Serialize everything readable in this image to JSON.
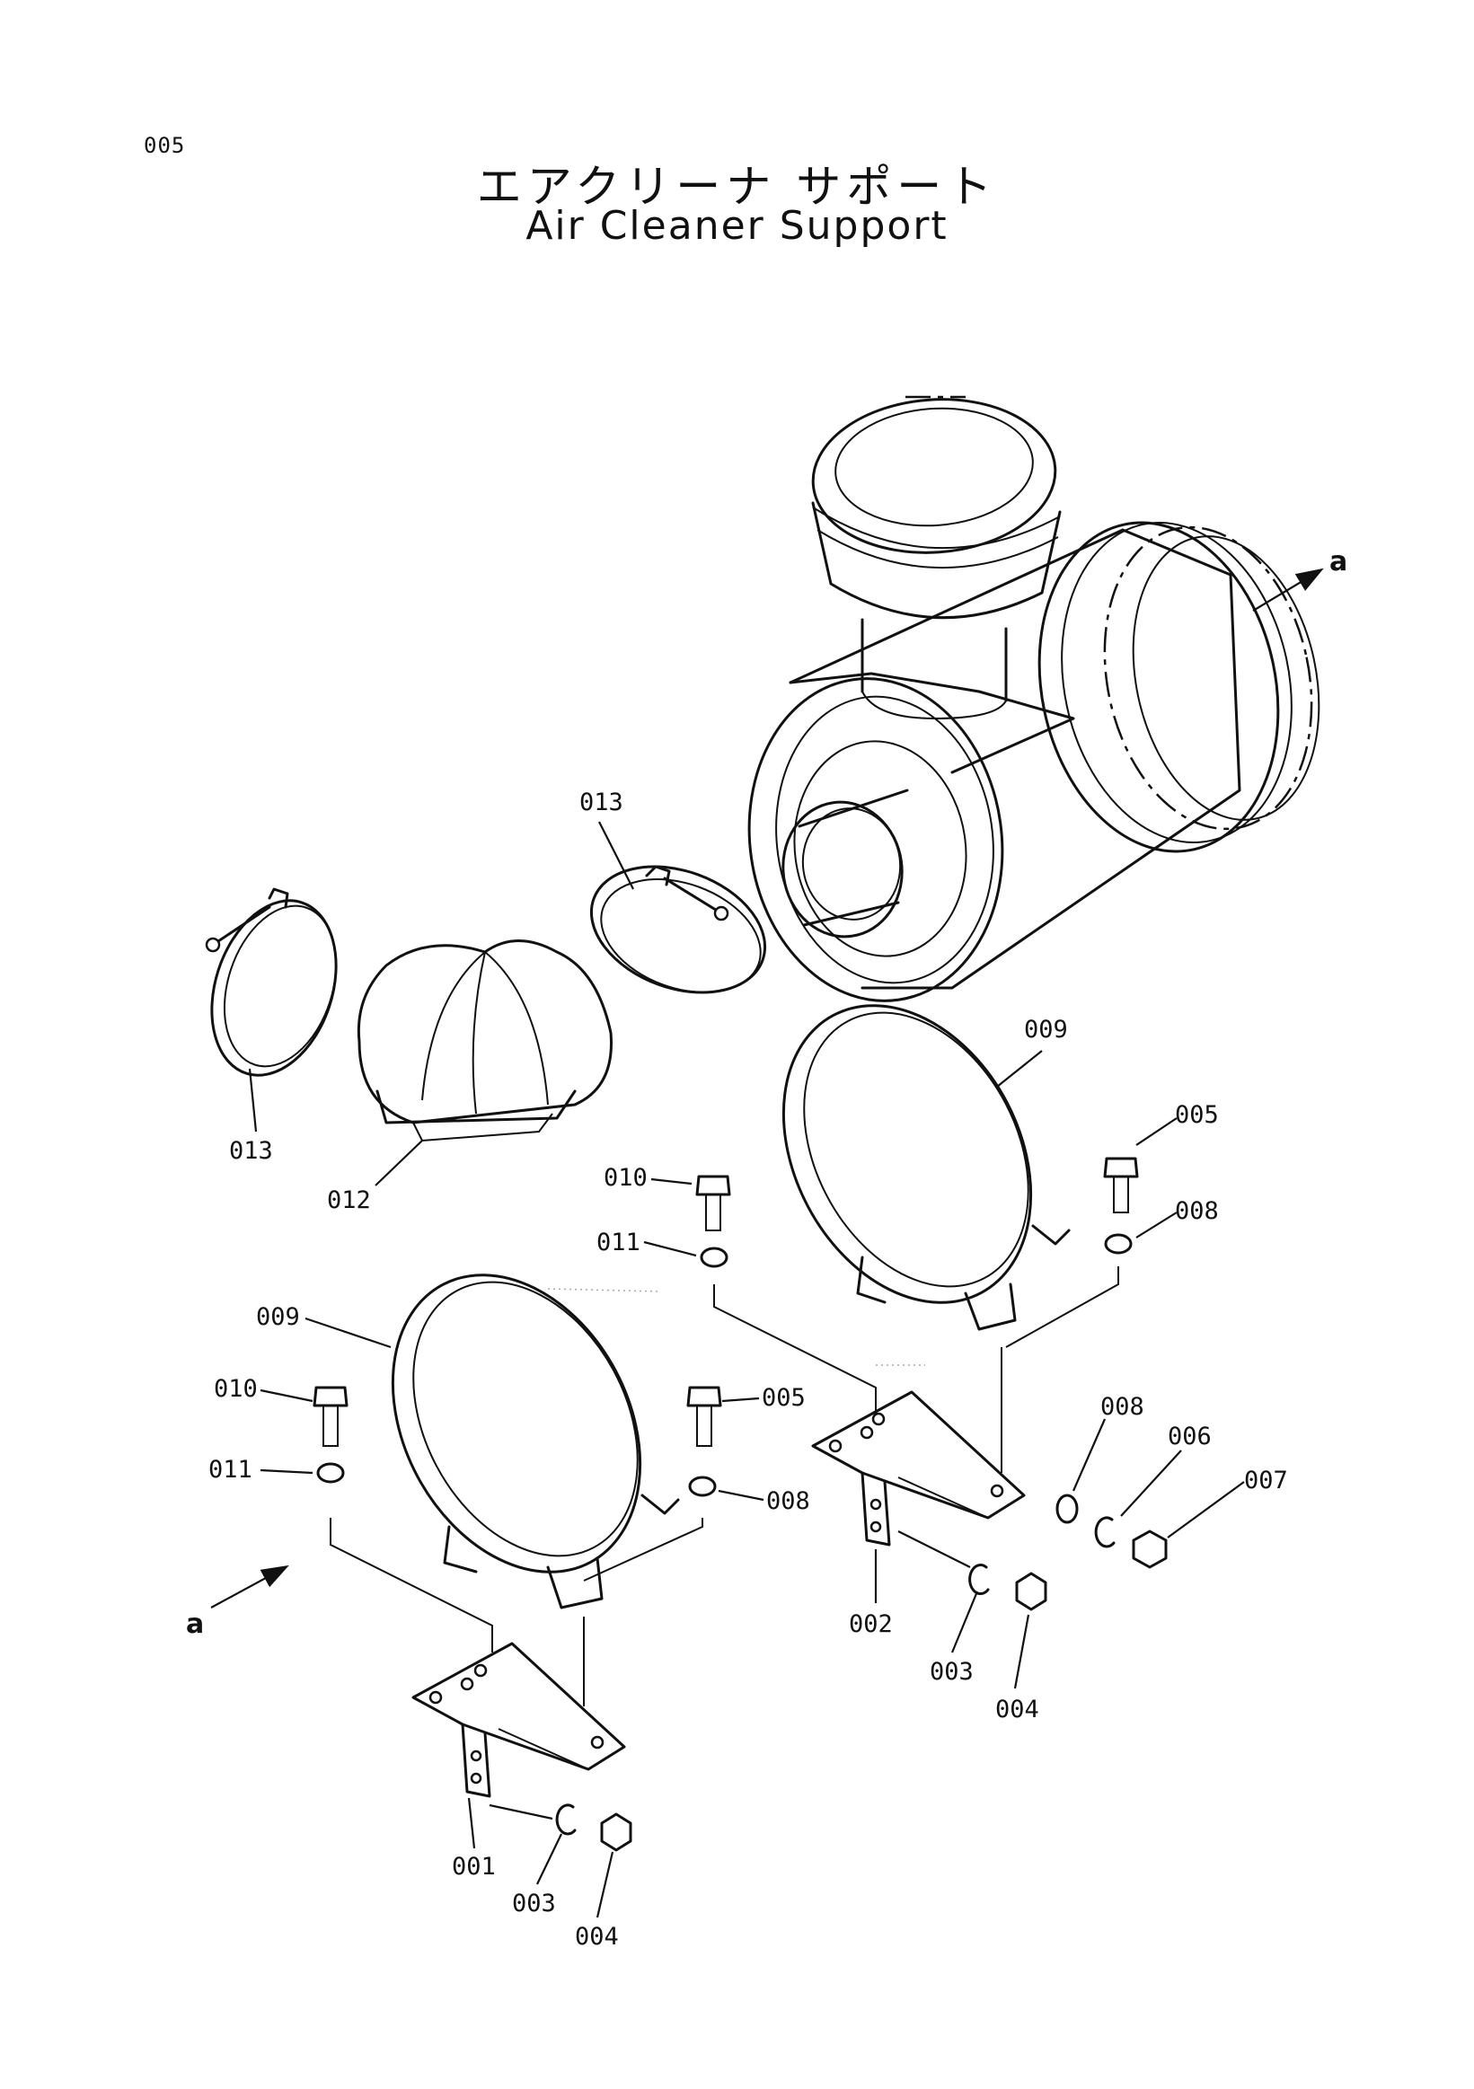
{
  "page_number": "005",
  "title_jp": "エアクリーナ サポート",
  "title_en": "Air Cleaner Support",
  "callouts": {
    "c001": "001",
    "c002": "002",
    "c003_lower": "003",
    "c003_upper": "003",
    "c004_lower": "004",
    "c004_upper": "004",
    "c005_left": "005",
    "c005_right": "005",
    "c006": "006",
    "c007": "007",
    "c008_left": "008",
    "c008_right_top": "008",
    "c008_right_mid": "008",
    "c009_left": "009",
    "c009_right": "009",
    "c010_left": "010",
    "c010_right": "010",
    "c011_left": "011",
    "c011_right": "011",
    "c012": "012",
    "c013_left": "013",
    "c013_mid": "013"
  },
  "arrow_labels": {
    "right": "a",
    "left": "a"
  }
}
